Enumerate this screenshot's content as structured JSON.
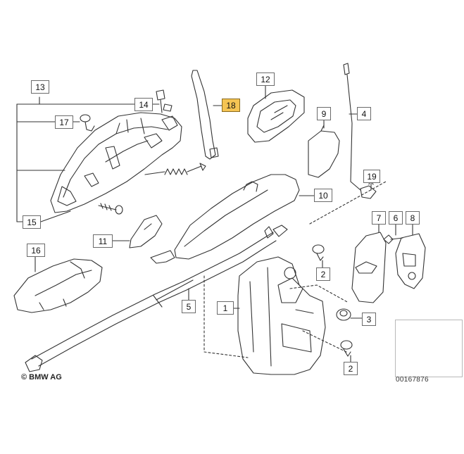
{
  "callouts": [
    {
      "id": "1",
      "label": "1",
      "highlight": false
    },
    {
      "id": "2a",
      "label": "2",
      "highlight": false
    },
    {
      "id": "2b",
      "label": "2",
      "highlight": false
    },
    {
      "id": "3",
      "label": "3",
      "highlight": false
    },
    {
      "id": "4",
      "label": "4",
      "highlight": false
    },
    {
      "id": "5",
      "label": "5",
      "highlight": false
    },
    {
      "id": "6",
      "label": "6",
      "highlight": false
    },
    {
      "id": "7",
      "label": "7",
      "highlight": false
    },
    {
      "id": "8",
      "label": "8",
      "highlight": false
    },
    {
      "id": "9",
      "label": "9",
      "highlight": false
    },
    {
      "id": "10",
      "label": "10",
      "highlight": false
    },
    {
      "id": "11",
      "label": "11",
      "highlight": false
    },
    {
      "id": "12",
      "label": "12",
      "highlight": false
    },
    {
      "id": "13",
      "label": "13",
      "highlight": false
    },
    {
      "id": "14",
      "label": "14",
      "highlight": false
    },
    {
      "id": "15",
      "label": "15",
      "highlight": false
    },
    {
      "id": "16",
      "label": "16",
      "highlight": false
    },
    {
      "id": "17",
      "label": "17",
      "highlight": false
    },
    {
      "id": "18",
      "label": "18",
      "highlight": true
    },
    {
      "id": "19",
      "label": "19",
      "highlight": false
    }
  ],
  "copyright": "© BMW AG",
  "image_number": "00167876",
  "colors": {
    "highlight": "#f5c453",
    "line": "#333333"
  }
}
